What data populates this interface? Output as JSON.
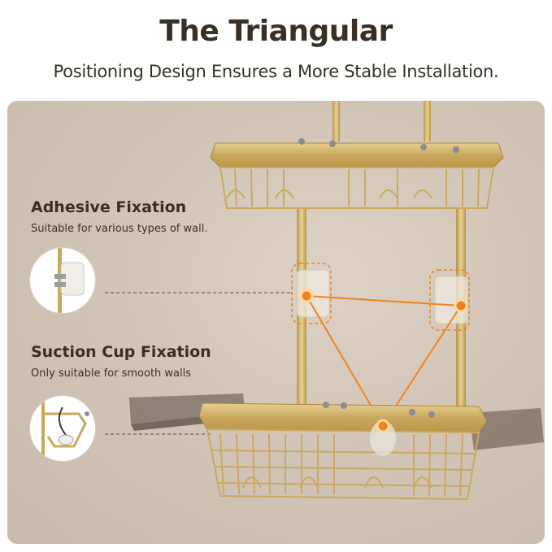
{
  "header": {
    "title": "The Triangular",
    "subtitle": "Positioning Design Ensures a More Stable Installation."
  },
  "features": [
    {
      "title": "Adhesive Fixation",
      "description": "Suitable for various types of wall.",
      "icon": "adhesive-hook-icon"
    },
    {
      "title": "Suction Cup Fixation",
      "description": "Only suitable for smooth walls",
      "icon": "suction-cup-icon"
    }
  ],
  "colors": {
    "text": "#3b2f25",
    "accent": "#f0821e",
    "gold": "#c9a95e",
    "wall": "#d2c5b7"
  }
}
